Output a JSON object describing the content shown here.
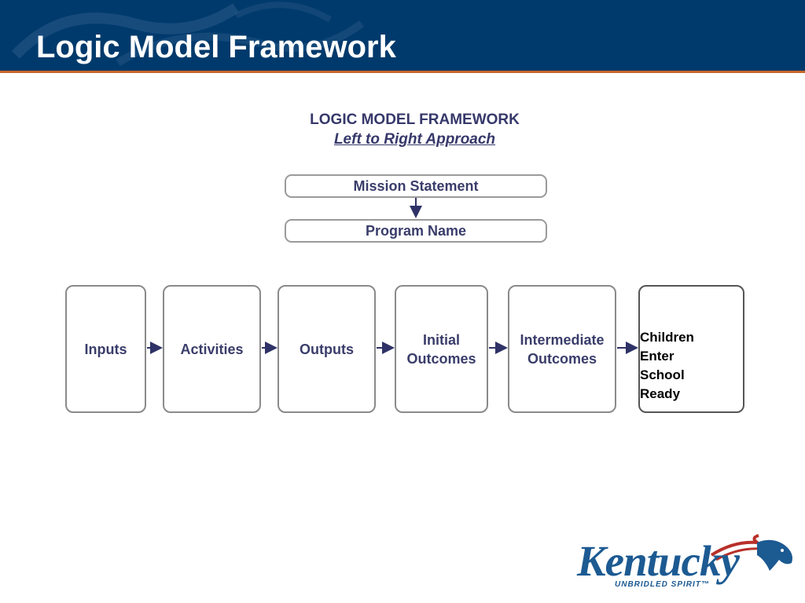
{
  "header": {
    "title": "Logic Model Framework",
    "background_color": "#003a6c",
    "accent_line_color": "#c8662a"
  },
  "diagram": {
    "title": "LOGIC MODEL FRAMEWORK",
    "subtitle": "Left to Right Approach",
    "mission_label": "Mission Statement",
    "program_label": "Program Name",
    "flow": [
      {
        "lines": [
          "Inputs"
        ]
      },
      {
        "lines": [
          "Activities"
        ]
      },
      {
        "lines": [
          "Outputs"
        ]
      },
      {
        "lines": [
          "Initial",
          "Outcomes"
        ]
      },
      {
        "lines": [
          "Intermediate",
          "Outcomes"
        ]
      },
      {
        "lines": [
          "Children",
          "Enter",
          "School",
          "Ready"
        ]
      }
    ],
    "text_color": "#3a3d6a",
    "arrow_color": "#2e3266"
  },
  "logo": {
    "wordmark": "Kentucky",
    "tagline": "UNBRIDLED SPIRIT",
    "trademark": "™",
    "icon": "horse-head-icon"
  }
}
